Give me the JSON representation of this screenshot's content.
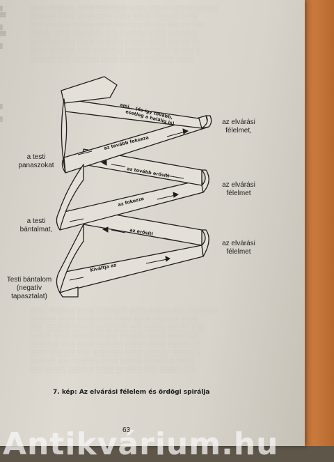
{
  "right_labels": [
    {
      "line1": "az elvárási",
      "line2": "félelmet,"
    },
    {
      "line1": "az elvárási",
      "line2": "félelmet"
    },
    {
      "line1": "az elvárási",
      "line2": "félelmet"
    }
  ],
  "left_labels": [
    {
      "lines": [
        "a testi",
        "panaszokat"
      ]
    },
    {
      "lines": [
        "a testi",
        "bántalmat,"
      ]
    },
    {
      "lines": [
        "Testi bántalom",
        "(negatív",
        "tapasztalat)"
      ]
    }
  ],
  "spiral_texts": [
    "ami... (és így tovább,",
    "esetleg a halálig is)",
    "az tovább fokozza",
    "az tovább erősíti",
    "az fokozza",
    "az erősíti",
    "Kiváltja az"
  ],
  "caption": "7. kép: Az elvárási félelem és ördögi spirálja",
  "page_number": "63",
  "watermark": "Antikvárium.hu"
}
